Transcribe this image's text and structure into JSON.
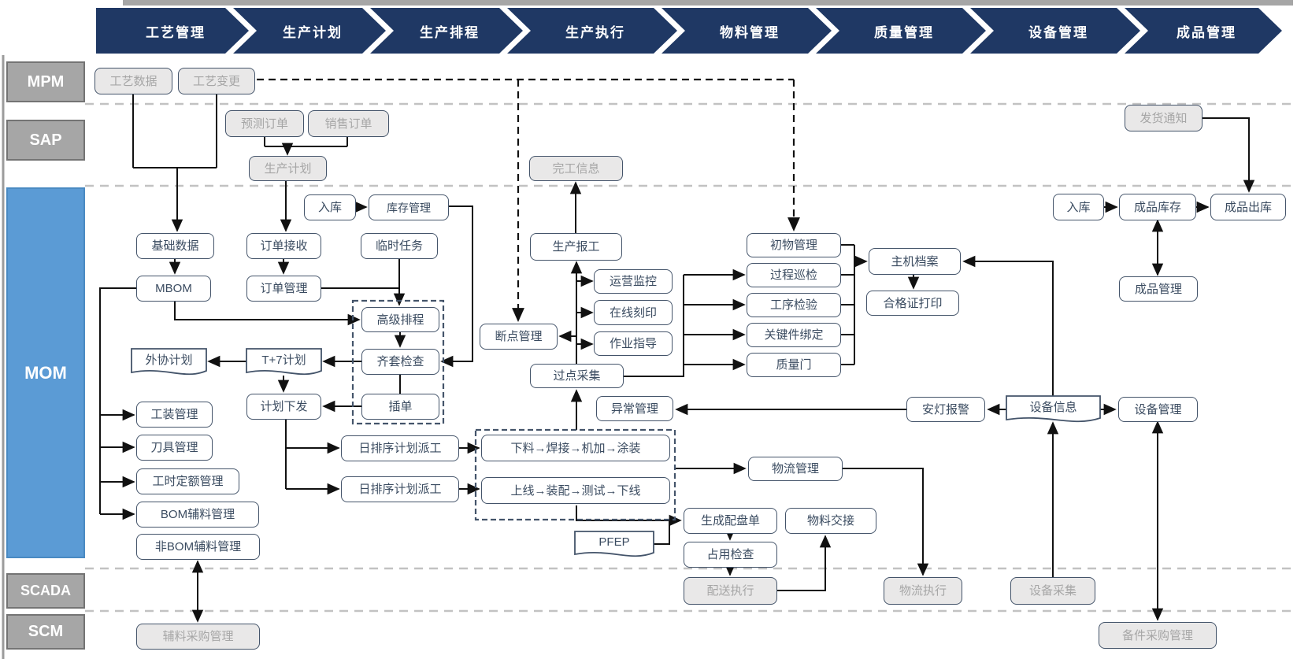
{
  "banner": {
    "steps": [
      "工艺管理",
      "生产计划",
      "生产排程",
      "生产执行",
      "物料管理",
      "质量管理",
      "设备管理",
      "成品管理"
    ]
  },
  "lanes": {
    "mpm": "MPM",
    "sap": "SAP",
    "mom": "MOM",
    "scada": "SCADA",
    "scm": "SCM"
  },
  "nodes": {
    "process_data": "工艺数据",
    "process_change": "工艺变更",
    "forecast_order": "预测订单",
    "sales_order": "销售订单",
    "production_plan": "生产计划",
    "completion_info": "完工信息",
    "delivery_notice": "发货通知",
    "base_data": "基础数据",
    "mbom": "MBOM",
    "order_receive": "订单接收",
    "order_manage": "订单管理",
    "inbound_a": "入库",
    "inventory_manage": "库存管理",
    "temp_task": "临时任务",
    "adv_schedule": "高级排程",
    "kit_check": "齐套检查",
    "insert_order": "插单",
    "outsource_plan": "外协计划",
    "t7_plan": "T+7计划",
    "plan_release": "计划下发",
    "tooling": "工装管理",
    "cutter": "刀具管理",
    "hour_quota": "工时定额管理",
    "bom_aux": "BOM辅料管理",
    "non_bom_aux": "非BOM辅料管理",
    "aux_purchase": "辅料采购管理",
    "daily_dispatch_1": "日排序计划派工",
    "daily_dispatch_2": "日排序计划派工",
    "line_machining": "下料→焊接→机加→涂装",
    "line_assembly": "上线→装配→测试→下线",
    "report_work": "生产报工",
    "breakpoint": "断点管理",
    "ops_monitor": "运营监控",
    "online_marking": "在线刻印",
    "work_instruction": "作业指导",
    "point_collect": "过点采集",
    "exception": "异常管理",
    "first_article": "初物管理",
    "process_patrol": "过程巡检",
    "process_inspect": "工序检验",
    "key_part_bind": "关键件绑定",
    "quality_gate": "质量门",
    "host_archive": "主机档案",
    "cert_print": "合格证打印",
    "andon": "安灯报警",
    "equip_info": "设备信息",
    "equip_manage": "设备管理",
    "equip_collect": "设备采集",
    "spare_purchase": "备件采购管理",
    "logistics_manage": "物流管理",
    "material_handover": "物料交接",
    "gen_tray": "生成配盘单",
    "occupy_check": "占用检查",
    "dispatch_exec": "配送执行",
    "logistics_exec": "物流执行",
    "pfep": "PFEP",
    "inbound_b": "入库",
    "fg_inventory": "成品库存",
    "fg_outbound": "成品出库",
    "fg_manage": "成品管理"
  },
  "colors": {
    "banner": "#1f3864",
    "lane_gray": "#a6a6a6",
    "mom_blue": "#5b9bd5",
    "box_border": "#44546a",
    "gray_fill": "#e9e8e8",
    "gray_text": "#a6a6a6"
  }
}
